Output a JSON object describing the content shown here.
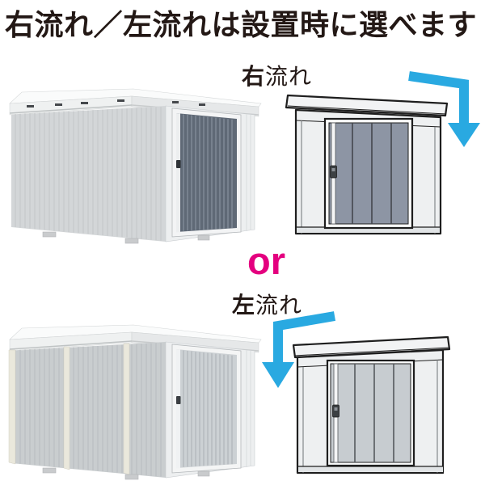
{
  "page": {
    "title": "右流れ／左流れは設置時に選べます"
  },
  "or_divider": {
    "label": "or"
  },
  "sections": {
    "right": {
      "label_prefix": "右",
      "label_suffix": "流れ"
    },
    "left": {
      "label_prefix": "左",
      "label_suffix": "流れ"
    }
  },
  "icons": {
    "right_flow_arrow": "bent-arrow-right-then-down",
    "left_flow_arrow": "bent-arrow-left-then-down",
    "shed_photo_right": "shed-3d-dark-door",
    "shed_photo_left": "shed-3d-silver-door",
    "shed_front_right": "shed-front-roof-sloping-right",
    "shed_front_left": "shed-front-roof-sloping-left"
  },
  "colors": {
    "title_text": "#231815",
    "or_pink": "#e4007f",
    "arrow_blue": "#29a9e1",
    "outline_dark": "#1e1e1e",
    "front_door_dark": "#8d95a4",
    "front_door_light": "#c7ccd0",
    "front_wall": "#eef0f1",
    "roof_fill": "#f2f3f4",
    "shed_dark_door": "#5f6976",
    "shed_silver_door": "#ccd1d4",
    "shed_side_wall_top": "#d3d6d8",
    "shed_side_wall_bottom": "#c9cdcf",
    "cream_post": "#eae8dc"
  }
}
